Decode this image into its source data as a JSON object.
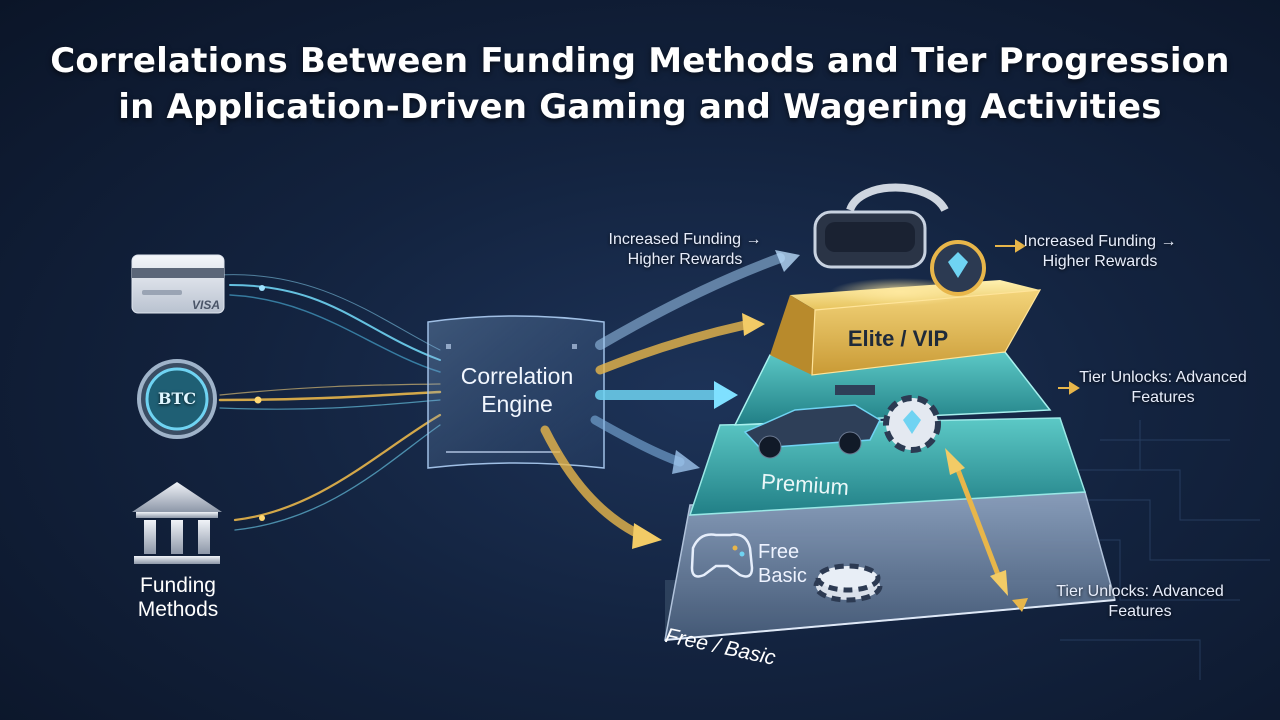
{
  "title": {
    "line1": "Correlations Between Funding Methods and Tier Progression",
    "line2": "in Application-Driven Gaming and Wagering Activities"
  },
  "funding": {
    "label": "Funding Methods",
    "card_text": "VISA",
    "coin_text": "BTC",
    "icons": [
      "credit-card-icon",
      "bitcoin-coin-icon",
      "bank-icon"
    ]
  },
  "engine": {
    "label": "Correlation Engine"
  },
  "tiers": [
    {
      "name": "Elite / VIP",
      "color": "#e0b84a"
    },
    {
      "name": "Premium",
      "color": "#3aa9a8"
    },
    {
      "name": "Free Basic",
      "color": "#5f7490"
    }
  ],
  "annotations": {
    "left_top": "Increased Funding → Higher Rewards",
    "right_top": "Increased Funding → Higher Rewards",
    "right_mid": "Tier Unlocks: Advanced Features",
    "right_bottom": "Tier Unlocks: Advanced Features",
    "base": "Free / Basic"
  },
  "icons": [
    "vr-headset-icon",
    "diamond-chip-icon",
    "race-car-icon",
    "gamepad-icon",
    "poker-chip-icon"
  ],
  "colors": {
    "cyan": "#6fd3f2",
    "gold": "#e8b64a",
    "background": "#13233f"
  }
}
